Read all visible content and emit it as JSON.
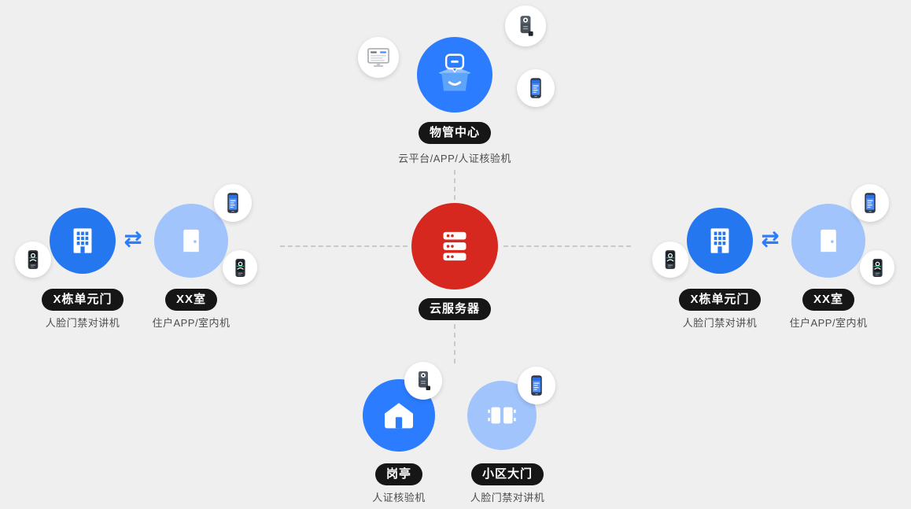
{
  "colors": {
    "background": "#efefef",
    "primary_blue": "#2577f0",
    "bright_blue": "#2b7cff",
    "light_blue": "#a0c4fb",
    "red": "#d6281f",
    "pill_bg": "#161616",
    "pill_text": "#ffffff",
    "subtitle": "#4d4d4d",
    "connector": "#c9c9c9"
  },
  "center": {
    "label": "云服务器"
  },
  "top": {
    "label": "物管中心",
    "subtitle": "云平台/APP/人证核验机"
  },
  "left": {
    "unit_door": {
      "label": "X栋单元门",
      "subtitle": "人脸门禁对讲机"
    },
    "room": {
      "label": "XX室",
      "subtitle": "住户APP/室内机"
    },
    "exchange": "⇄"
  },
  "right": {
    "unit_door": {
      "label": "X栋单元门",
      "subtitle": "人脸门禁对讲机"
    },
    "room": {
      "label": "XX室",
      "subtitle": "住户APP/室内机"
    },
    "exchange": "⇄"
  },
  "bottom": {
    "guard_booth": {
      "label": "岗亭",
      "subtitle": "人证核验机"
    },
    "gate": {
      "label": "小区大门",
      "subtitle": "人脸门禁对讲机"
    }
  }
}
